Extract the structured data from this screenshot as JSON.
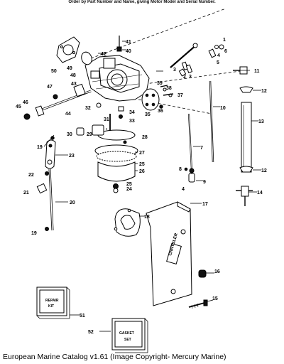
{
  "header": {
    "instruction": "Order by Part Number and Name, giving Motor Model and Serial Number."
  },
  "footer": {
    "caption": "European Marine Catalog v1.61 (Image Copyright- Mercury Marine)"
  },
  "labels": {
    "p1": "1",
    "p2": "2",
    "p3": "3",
    "p4": "4",
    "p5": "5",
    "p6": "6",
    "p7": "7",
    "p8": "8",
    "p9": "9",
    "p10": "10",
    "p11": "11",
    "p12a": "12",
    "p12b": "12",
    "p13": "13",
    "p14": "14",
    "p15": "15",
    "p16": "16",
    "p17": "17",
    "p18": "18",
    "p19a": "19",
    "p19b": "19",
    "p20": "20",
    "p21": "21",
    "p22": "22",
    "p23": "23",
    "p24": "24",
    "p25a": "25",
    "p25b": "25",
    "p26": "26",
    "p27": "27",
    "p28": "28",
    "p29": "29",
    "p30": "30",
    "p31": "31",
    "p32": "32",
    "p33": "33",
    "p34": "34",
    "p35": "35",
    "p36": "36",
    "p37": "37",
    "p38": "38",
    "p39": "39",
    "p40": "40",
    "p41": "41",
    "p42": "42",
    "p43": "43",
    "p44": "44",
    "p45": "45",
    "p46": "46",
    "p47": "47",
    "p48": "48",
    "p49": "49",
    "p50": "50",
    "p51": "51",
    "p52": "52",
    "p4b": "4",
    "p3b": "3"
  },
  "kits": {
    "repair_kit": [
      "REPAIR",
      "KIT"
    ],
    "gasket_set": [
      "GASKET",
      "SET"
    ]
  },
  "cover_brand": "CHRYSLER"
}
